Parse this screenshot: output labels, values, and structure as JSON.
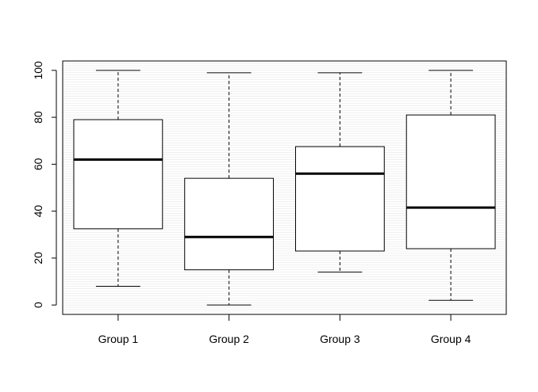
{
  "chart_data": {
    "type": "box",
    "title": "",
    "xlabel": "",
    "ylabel": "",
    "categories": [
      "Group 1",
      "Group 2",
      "Group 3",
      "Group 4"
    ],
    "boxes": [
      {
        "name": "Group 1",
        "min": 8,
        "q1": 32.5,
        "median": 62,
        "q3": 79,
        "max": 100
      },
      {
        "name": "Group 2",
        "min": 0,
        "q1": 15,
        "median": 29,
        "q3": 54,
        "max": 99
      },
      {
        "name": "Group 3",
        "min": 14,
        "q1": 23,
        "median": 56,
        "q3": 67.5,
        "max": 99
      },
      {
        "name": "Group 4",
        "min": 2,
        "q1": 24,
        "median": 41.5,
        "q3": 81,
        "max": 100
      }
    ],
    "ylim": [
      -4,
      104
    ],
    "yticks": [
      0,
      20,
      40,
      60,
      80,
      100
    ],
    "grid": true,
    "grid_minor_step": 1,
    "colors": {
      "box_fill": "#ffffff",
      "box_stroke": "#000000",
      "grid": "#e6e6e6"
    }
  }
}
